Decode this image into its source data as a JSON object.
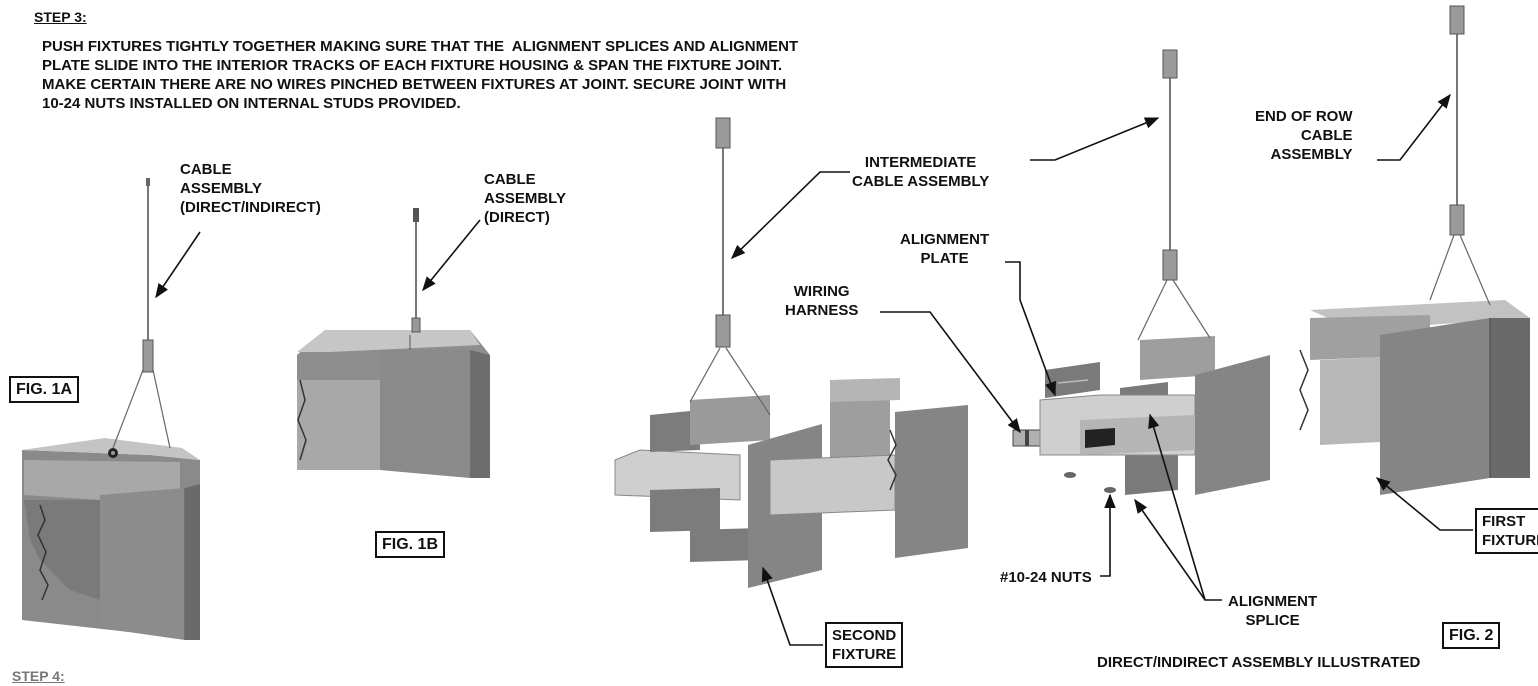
{
  "step_heading": "STEP 3:",
  "instructions": [
    "PUSH FIXTURES TIGHTLY TOGETHER MAKING SURE THAT THE  ALIGNMENT SPLICES AND ALIGNMENT",
    "PLATE SLIDE INTO THE INTERIOR TRACKS OF EACH FIXTURE HOUSING & SPAN THE FIXTURE JOINT.",
    "MAKE CERTAIN THERE ARE NO WIRES PINCHED BETWEEN FIXTURES AT JOINT. SECURE JOINT WITH",
    "10-24 NUTS INSTALLED ON INTERNAL STUDS PROVIDED."
  ],
  "labels": {
    "cable_direct_indirect": "CABLE\nASSEMBLY\n(DIRECT/INDIRECT)",
    "cable_direct": "CABLE\nASSEMBLY\n(DIRECT)",
    "intermediate_cable": "INTERMEDIATE\nCABLE ASSEMBLY",
    "end_of_row_cable": "END OF ROW\nCABLE\nASSEMBLY",
    "alignment_plate": "ALIGNMENT\nPLATE",
    "wiring_harness": "WIRING\nHARNESS",
    "nuts": "#10-24 NUTS",
    "alignment_splice": "ALIGNMENT\nSPLICE",
    "first_fixture": "FIRST\nFIXTURE",
    "second_fixture": "SECOND\nFIXTURE"
  },
  "figures": {
    "fig_1a": "FIG. 1A",
    "fig_1b": "FIG. 1B",
    "fig_2": "FIG. 2"
  },
  "caption": "DIRECT/INDIRECT ASSEMBLY ILLUSTRATED",
  "next_step_partial": "STEP 4:",
  "colors": {
    "housing_dark": "#707070",
    "housing_mid": "#8a8a8a",
    "housing_light": "#b9b9b9",
    "housing_top": "#c8c8c8",
    "line": "#111111"
  }
}
